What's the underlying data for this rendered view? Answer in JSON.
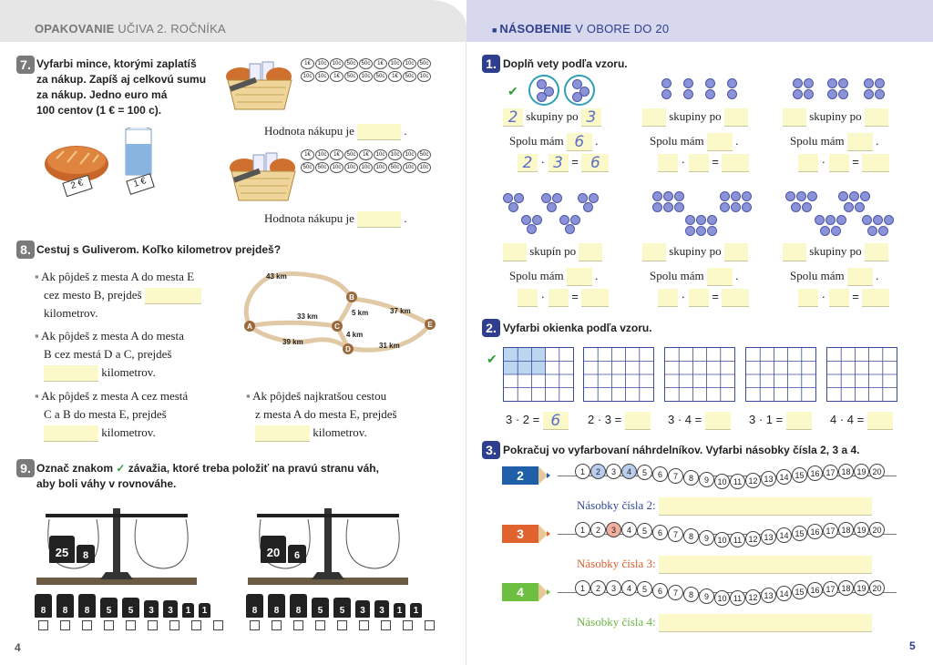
{
  "left_header": {
    "bold": "OPAKOVANIE",
    "rest": " UČIVA 2. ROČNÍKA"
  },
  "right_header": {
    "bold": "NÁSOBENIE",
    "rest": " V OBORE DO 20"
  },
  "page_left": "4",
  "page_right": "5",
  "ex7": {
    "num": "7.",
    "lines": [
      "Vyfarbi mince, ktorými zaplatíš",
      "za nákup. Zapíš aj celkovú sumu",
      "za nákup. Jedno euro má",
      "100 centov (1 € = 100 c)."
    ],
    "bread_price": "2 €",
    "milk_price": "1 €",
    "value_label": "Hodnota nákupu je",
    "coins_a": [
      "1€",
      "10c",
      "10c",
      "50c",
      "50c",
      "1€",
      "10c",
      "10c",
      "50c",
      "10c",
      "10c",
      "1€",
      "50c",
      "10c",
      "50c",
      "1€",
      "50c",
      "10c"
    ],
    "coins_b": [
      "1€",
      "10c",
      "1€",
      "50c",
      "1€",
      "10c",
      "10c",
      "10c",
      "50c",
      "50c",
      "50c",
      "10c",
      "10c",
      "10c",
      "10c",
      "50c",
      "10c",
      "10c"
    ]
  },
  "ex8": {
    "num": "8.",
    "title": "Cestuj s Guliverom. Koľko kilometrov prejdeš?",
    "q1": [
      "Ak pôjdeš z mesta A do mesta E",
      "cez mesto B, prejdeš",
      "kilometrov."
    ],
    "q2": [
      "Ak pôjdeš z mesta A do mesta",
      "B cez mestá D a C, prejdeš",
      "kilometrov."
    ],
    "q3": [
      "Ak pôjdeš z mesta A cez mestá",
      "C a B do mesta E, prejdeš",
      "kilometrov."
    ],
    "q4": [
      "Ak pôjdeš najkratšou cestou",
      "z mesta A do mesta E, prejdeš",
      "kilometrov."
    ],
    "map": {
      "nodes": [
        "A",
        "B",
        "C",
        "D",
        "E"
      ],
      "distances": [
        "43 km",
        "33 km",
        "5 km",
        "37 km",
        "39 km",
        "4 km",
        "31 km"
      ]
    }
  },
  "ex9": {
    "num": "9.",
    "line1a": "Označ znakom ",
    "line1b": " závažia, ktoré treba položiť na pravú stranu váh,",
    "line2": "aby boli váhy v rovnováhe.",
    "scale1_left": [
      "25",
      "8"
    ],
    "scale2_left": [
      "20",
      "6"
    ],
    "weights1": [
      "8",
      "8",
      "8",
      "5",
      "5",
      "3",
      "3",
      "1",
      "1"
    ],
    "weights2": [
      "8",
      "8",
      "8",
      "5",
      "5",
      "3",
      "3",
      "1",
      "1"
    ]
  },
  "r1": {
    "num": "1.",
    "title": "Doplň vety podľa vzoru.",
    "groups": "skupiny po",
    "groups5": "skupín po",
    "total": "Spolu mám",
    "example": {
      "a": "2",
      "b": "3",
      "total": "6",
      "x": "2",
      "y": "3",
      "r": "6"
    },
    "eq": "=",
    "times": "·",
    "dot_period": "."
  },
  "r2": {
    "num": "2.",
    "title": "Vyfarbi okienka podľa vzoru.",
    "exprs": [
      "3 · 2 =",
      "2 · 3 =",
      "3 · 4 =",
      "3 · 1 =",
      "4 · 4 ="
    ],
    "example_answer": "6"
  },
  "r3": {
    "num": "3.",
    "title": "Pokračuj vo vyfarbovaní náhrdelníkov. Vyfarbi násobky čísla 2, 3 a 4.",
    "beads": [
      "1",
      "2",
      "3",
      "4",
      "5",
      "6",
      "7",
      "8",
      "9",
      "10",
      "11",
      "12",
      "13",
      "14",
      "15",
      "16",
      "17",
      "18",
      "19",
      "20"
    ],
    "pencils": [
      {
        "n": "2",
        "label": "Násobky čísla 2:",
        "color": "#1f5fa8",
        "text_color": "#2f4a9a"
      },
      {
        "n": "3",
        "label": "Násobky čísla 3:",
        "color": "#e0622e",
        "text_color": "#d8622c"
      },
      {
        "n": "4",
        "label": "Násobky čísla 4:",
        "color": "#6cbf3f",
        "text_color": "#6ab743"
      }
    ]
  },
  "colors": {
    "accent_blue": "#2f3f8f",
    "fill_yellow": "#fbf8c9",
    "check_green": "#2f9d3a"
  }
}
